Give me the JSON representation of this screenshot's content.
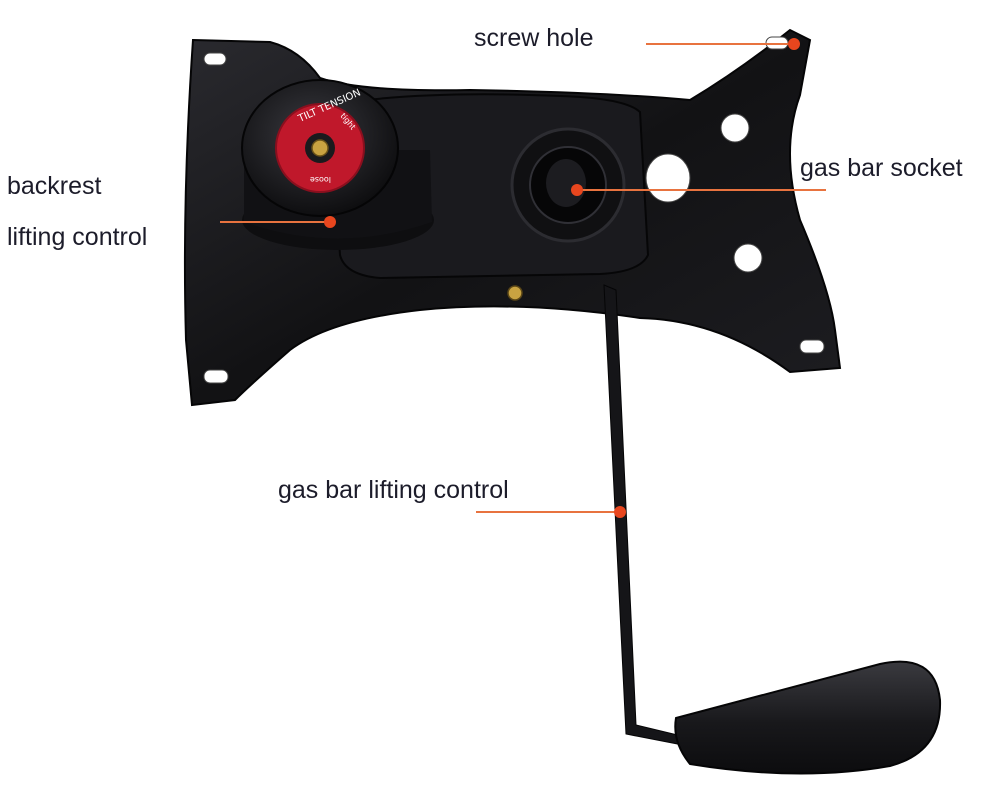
{
  "callouts": {
    "screw_hole": "screw hole",
    "backrest_line1": "backrest",
    "backrest_line2": "lifting control",
    "gas_bar_socket": "gas bar socket",
    "gas_bar_lifting": "gas bar lifting control"
  },
  "knob_text": {
    "ring": "TILT TENSION",
    "right": "tight",
    "left": "loose"
  },
  "colors": {
    "leader": "#e8733f",
    "dot": "#e8461e",
    "metal": "#141417",
    "knob_badge": "#c0182b",
    "label_text": "#1c1c2a"
  }
}
